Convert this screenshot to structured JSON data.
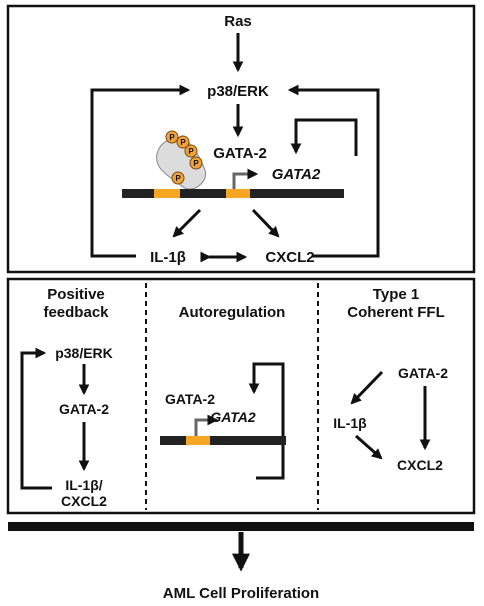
{
  "top_panel": {
    "ras": "Ras",
    "p38_erk": "p38/ERK",
    "gata2_protein": "GATA-2",
    "gata2_gene": "GATA2",
    "il1b": "IL-1β",
    "cxcl2": "CXCL2",
    "phospho": "P"
  },
  "positive_feedback": {
    "title_line1": "Positive",
    "title_line2": "feedback",
    "p38_erk": "p38/ERK",
    "gata2": "GATA-2",
    "il1b": "IL-1β/",
    "cxcl2": "CXCL2"
  },
  "autoregulation": {
    "title": "Autoregulation",
    "gata2_protein": "GATA-2",
    "gata2_gene": "GATA2"
  },
  "ffl": {
    "title_line1": "Type 1",
    "title_line2": "Coherent FFL",
    "gata2": "GATA-2",
    "il1b": "IL-1β",
    "cxcl2": "CXCL2"
  },
  "footer": {
    "label": "AML Cell Proliferation"
  },
  "colors": {
    "ink": "#111111",
    "dna": "#222222",
    "gene_element": "#f5a623",
    "phospho_fill": "#f0a33a",
    "protein_fill": "#dcdcdc"
  }
}
